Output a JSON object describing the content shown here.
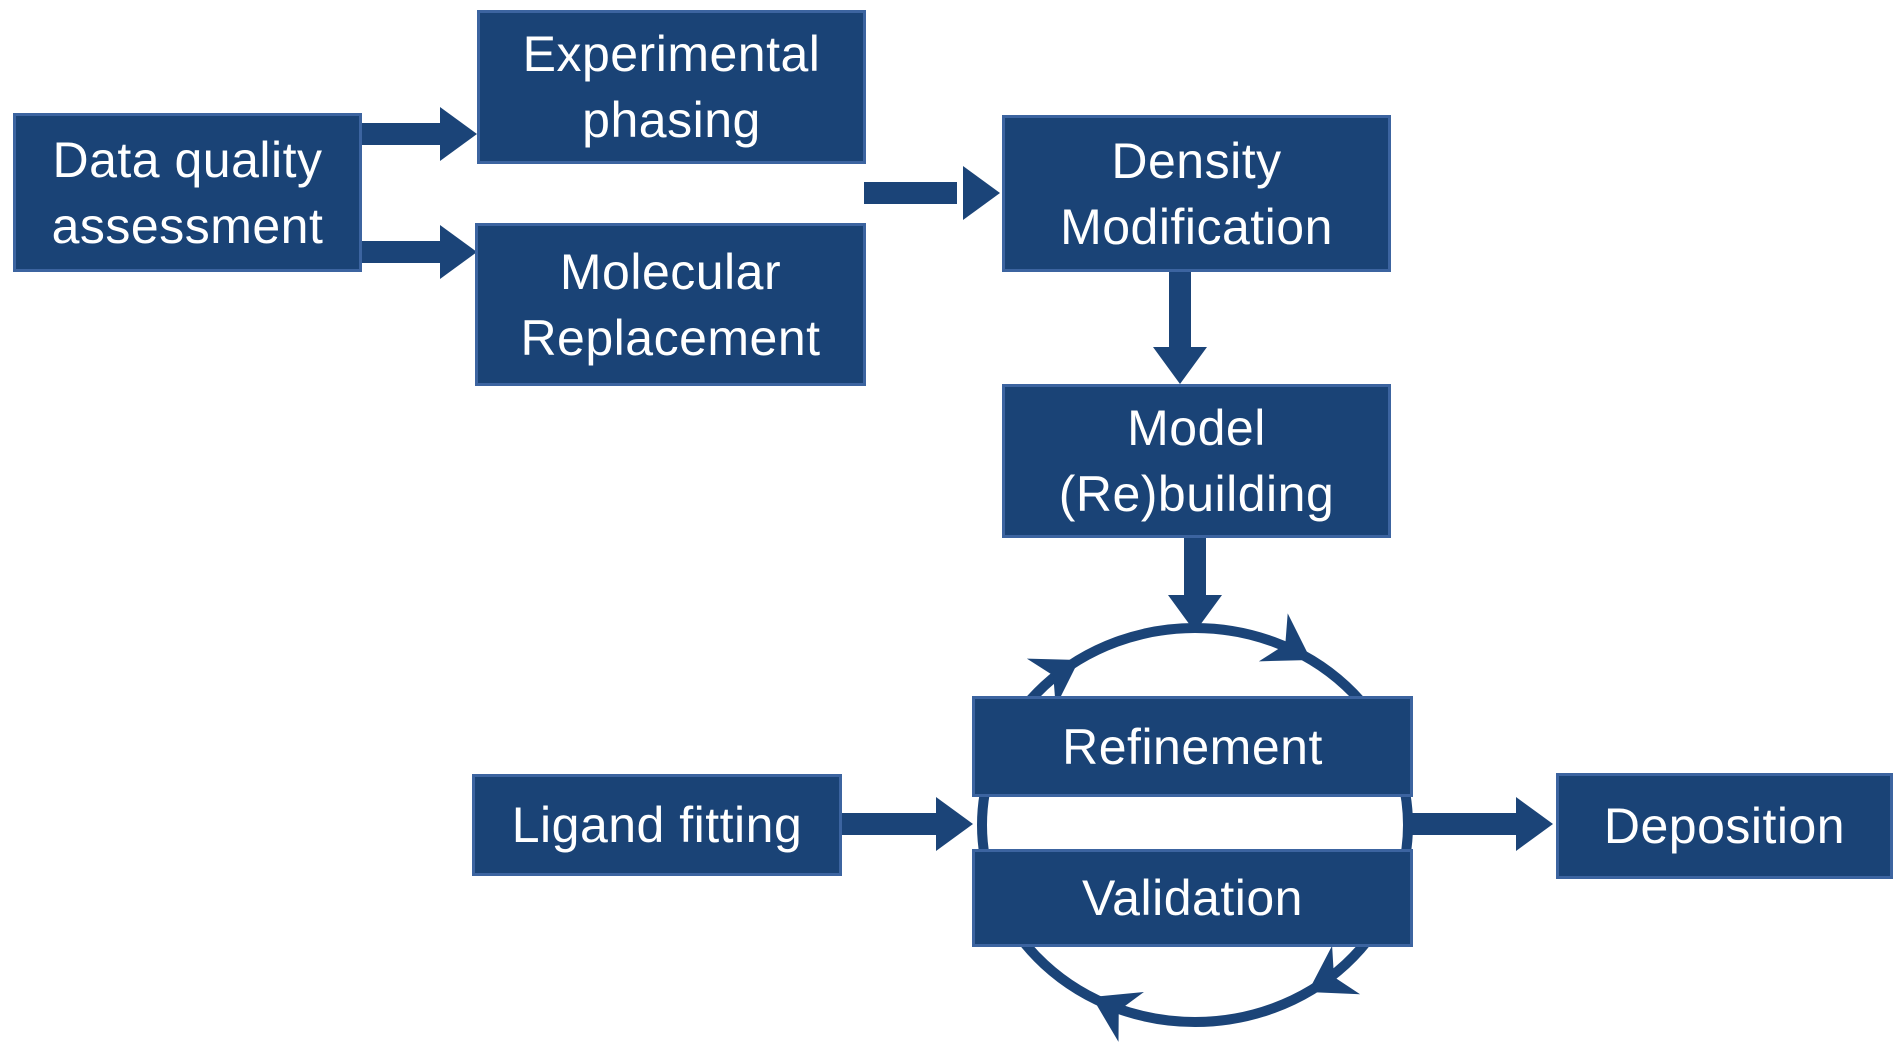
{
  "nodes": {
    "data_quality": {
      "line1": "Data quality",
      "line2": "assessment"
    },
    "experimental_phasing": {
      "line1": "Experimental",
      "line2": "phasing"
    },
    "molecular_replacement": {
      "line1": "Molecular",
      "line2": "Replacement"
    },
    "density_modification": {
      "line1": "Density",
      "line2": "Modification"
    },
    "model_rebuilding": {
      "line1": "Model",
      "line2": "(Re)building"
    },
    "refinement": {
      "label": "Refinement"
    },
    "validation": {
      "label": "Validation"
    },
    "ligand_fitting": {
      "label": "Ligand fitting"
    },
    "deposition": {
      "label": "Deposition"
    }
  },
  "connections": [
    {
      "from": "data_quality",
      "to": "experimental_phasing",
      "type": "straight-arrow"
    },
    {
      "from": "data_quality",
      "to": "molecular_replacement",
      "type": "straight-arrow"
    },
    {
      "from": "experimental_phasing / molecular_replacement",
      "to": "density_modification",
      "type": "straight-arrow"
    },
    {
      "from": "density_modification",
      "to": "model_rebuilding",
      "type": "straight-arrow"
    },
    {
      "from": "model_rebuilding",
      "to": "refinement_validation_cycle",
      "type": "straight-arrow"
    },
    {
      "from": "ligand_fitting",
      "to": "refinement_validation_cycle",
      "type": "straight-arrow"
    },
    {
      "from": "refinement_validation_cycle",
      "to": "deposition",
      "type": "straight-arrow"
    },
    {
      "between": [
        "refinement",
        "validation"
      ],
      "type": "clockwise-cycle-ring",
      "arrowheads": 4
    }
  ],
  "colors": {
    "box_fill": "#1a4376",
    "box_border": "#3c64a0",
    "arrow": "#1b4478",
    "text": "#ffffff",
    "background": "#ffffff"
  }
}
